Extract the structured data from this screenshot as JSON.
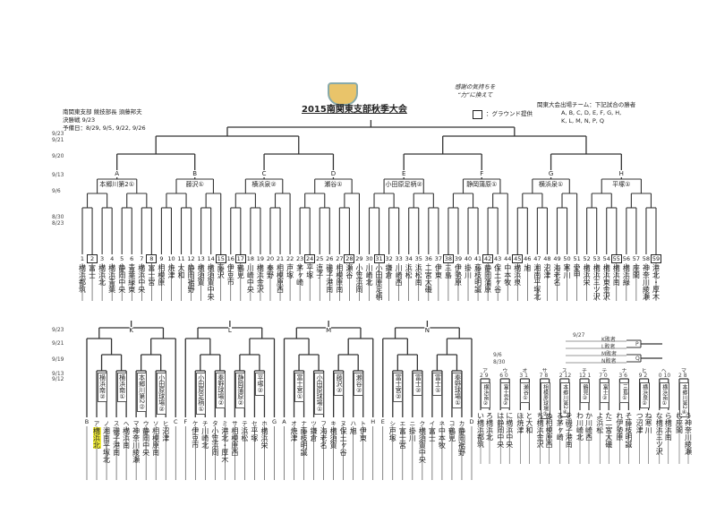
{
  "header": {
    "title": "2015南関東支部秋季大会",
    "slogan": [
      "感謝の気持ちを",
      "“力”に換えて"
    ],
    "info": [
      "南関東支部 競技部長 須藤邦夫",
      "決勝戦 9/23",
      "予備日：8/29, 9/5, 9/22, 9/26"
    ],
    "ground_label": "：グラウンド提供",
    "kanto_label": "関東大会出場チーム：下記試合の勝者",
    "kanto_teams": [
      "A, B, C, D, E, F, G, H,",
      "K, L, M, N, P, Q"
    ]
  },
  "top_dates": [
    "9/23",
    "9/21",
    "9/20",
    "9/13",
    "9/6",
    "8/30",
    "8/23"
  ],
  "top_groups": [
    {
      "letter": "A",
      "winner": "本郷川第2①",
      "size": 8
    },
    {
      "letter": "B",
      "winner": "藤沢①",
      "size": 7
    },
    {
      "letter": "C",
      "winner": "横浜泉②",
      "size": 7
    },
    {
      "letter": "D",
      "winner": "瀬谷①",
      "size": 7
    },
    {
      "letter": "E",
      "winner": "小田原足柄②",
      "size": 8
    },
    {
      "letter": "F",
      "winner": "静岡蒲原①",
      "size": 7
    },
    {
      "letter": "G",
      "winner": "横浜泉①",
      "size": 7
    },
    {
      "letter": "H",
      "winner": "平塚①",
      "size": 8
    }
  ],
  "top_teams": [
    "横浜都筑",
    "富士",
    "横浜北",
    "横浜青葉",
    "静岡中央",
    "青葉緑東",
    "横浜中央",
    "富士宮",
    "相模原",
    "焼津",
    "大和",
    "静岡裾野",
    "横須賀",
    "横須賀中央",
    "藤沢",
    "伊豆市",
    "鶴見",
    "川崎中央",
    "横浜金沢",
    "秦野",
    "相模原西",
    "戸塚",
    "茅ヶ崎",
    "平塚",
    "逗子",
    "磯子港南",
    "相模原南",
    "瀬谷",
    "小笠浜岡",
    "川崎北",
    "小田原足柄",
    "鎌倉",
    "川崎西",
    "浜松",
    "浜松南",
    "二宮大磯",
    "伊東",
    "三島",
    "伊勢原",
    "掛川",
    "藤枝明誠",
    "静岡蒲原",
    "保土ヶ谷",
    "中本牧",
    "横浜泉",
    "旭",
    "湘南平塚北",
    "沼津",
    "海老名",
    "寒川",
    "愛甲",
    "横浜栄",
    "横浜三ツ沢",
    "横浜東金沢",
    "横浜南",
    "横浜緑",
    "座間",
    "神奈川綾瀬",
    "港北・厚木"
  ],
  "ground_numbers": [
    2,
    8,
    15,
    17,
    24,
    28,
    31,
    38,
    42,
    45,
    55,
    59
  ],
  "bottom_dates": [
    "9/23",
    "9/21",
    "9/19",
    "9/13",
    "9/12"
  ],
  "bottom_groups": [
    {
      "letter": "K",
      "entries": [
        [
          "B",
          ""
        ],
        [
          "ア",
          "横浜北"
        ],
        [
          "ノ",
          "湘南平塚北"
        ],
        [
          "ス",
          "磯子港南"
        ],
        [
          "ヘ",
          "横浜南"
        ],
        [
          "マ",
          "神奈川綾瀬"
        ],
        [
          "ウ",
          "静岡中央"
        ],
        [
          "ソ",
          "相模原南"
        ],
        [
          "ヒ",
          "沼津"
        ],
        [
          "C",
          ""
        ]
      ],
      "boxes": [
        "横浜南②",
        "横浜南①",
        "本郷川第2②",
        "小田原球場②"
      ]
    },
    {
      "letter": "L",
      "entries": [
        [
          "F",
          ""
        ],
        [
          "ケ",
          "伊豆市"
        ],
        [
          "チ",
          "川崎北"
        ],
        [
          "タ",
          "小笠浜岡"
        ],
        [
          "ミ",
          "港北・厚木"
        ],
        [
          "サ",
          "相模原西"
        ],
        [
          "テ",
          "浜松"
        ],
        [
          "セ",
          "平塚"
        ],
        [
          "ホ",
          "横浜栄"
        ],
        [
          "G",
          ""
        ]
      ],
      "boxes": [
        "小田原足柄①",
        "秦野球場②",
        "静岡蒲原②",
        "平塚②"
      ]
    },
    {
      "letter": "M",
      "entries": [
        [
          "A",
          ""
        ],
        [
          "オ",
          "焼津"
        ],
        [
          "ナ",
          "藤枝明誠"
        ],
        [
          "ツ",
          "鎌倉"
        ],
        [
          "フ",
          "海老名"
        ],
        [
          "キ",
          "横須賀"
        ],
        [
          "ヌ",
          "保土ヶ谷"
        ],
        [
          "ハ",
          "旭"
        ],
        [
          "ト",
          "伊東"
        ],
        [
          "H",
          ""
        ]
      ],
      "boxes": [
        "富士宮①",
        "小田原球場①",
        "藤沢②",
        "瀬谷②"
      ]
    },
    {
      "letter": "N",
      "entries": [
        [
          "E",
          ""
        ],
        [
          "シ",
          "戸塚"
        ],
        [
          "エ",
          "富士宮"
        ],
        [
          "ニ",
          "掛川"
        ],
        [
          "ク",
          "横須賀中央"
        ],
        [
          "イ",
          "富士"
        ],
        [
          "ネ",
          "中本牧"
        ],
        [
          "コ",
          "鶴見"
        ],
        [
          "カ",
          "静岡裾野"
        ],
        [
          "D",
          ""
        ]
      ],
      "boxes": [
        "富士宮②",
        "富士②",
        "富士①",
        "秦野球場①"
      ]
    }
  ],
  "highlight_team": "横浜北",
  "pq": {
    "date": "9/27",
    "rows": [
      "K敗者",
      "L敗者",
      "M敗者",
      "N敗者"
    ],
    "labels": [
      "P",
      "Q"
    ]
  },
  "consolation": {
    "dates": [
      "9/6",
      "8/30"
    ],
    "matches": [
      {
        "id": "ア",
        "score": "2  9",
        "ground": "横浜南②",
        "teams": [
          [
            "い",
            "横浜都筑"
          ],
          [
            "ろ",
            "横浜北"
          ]
        ]
      },
      {
        "id": "ウ",
        "score": "6  0",
        "ground": "富士宮②",
        "teams": [
          [
            "は",
            "静岡中央"
          ],
          [
            "に",
            "横浜中央"
          ]
        ]
      },
      {
        "id": "オ",
        "score": "3  1",
        "ground": "瀬谷①",
        "teams": [
          [
            "ほ",
            "焼津"
          ],
          [
            "と",
            "大和"
          ]
        ]
      },
      {
        "id": "サ",
        "score": "7  8",
        "ground": "相模原球場③",
        "teams": [
          [
            "ち",
            "横浜金沢"
          ],
          [
            "ぬ",
            "相模原西"
          ]
        ]
      },
      {
        "id": "ス",
        "score": "2 12",
        "ground": "本郷川第2④",
        "teams": [
          [
            "る",
            "茅ヶ崎"
          ],
          [
            "を",
            "磯子港南"
          ]
        ]
      },
      {
        "id": "チ",
        "score": "12 1",
        "ground": "鶴見②",
        "teams": [
          [
            "わ",
            "川崎北"
          ],
          [
            "か",
            "川崎西"
          ]
        ]
      },
      {
        "id": "テ",
        "score": "7  0",
        "ground": "富士②",
        "teams": [
          [
            "よ",
            "浜松"
          ],
          [
            "た",
            "二宮大磯"
          ]
        ]
      },
      {
        "id": "ナ",
        "score": "3  6",
        "ground": "三島①",
        "teams": [
          [
            "れ",
            "伊勢原"
          ],
          [
            "そ",
            "藤枝明誠"
          ]
        ]
      },
      {
        "id": "ヒ",
        "score": "9  2",
        "ground": "横浜泉②",
        "teams": [
          [
            "つ",
            "沼津"
          ],
          [
            "ね",
            "寒川"
          ]
        ]
      },
      {
        "id": "ヘ",
        "score": "0 10",
        "ground": "横浜南①",
        "teams": [
          [
            "な",
            "横浜三ツ沢"
          ],
          [
            "ら",
            "横浜南"
          ]
        ]
      },
      {
        "id": "マ",
        "score": "2  8",
        "ground": "本郷川第2④",
        "teams": [
          [
            "む",
            "座間"
          ],
          [
            "う",
            "神奈川綾瀬"
          ]
        ]
      }
    ]
  }
}
